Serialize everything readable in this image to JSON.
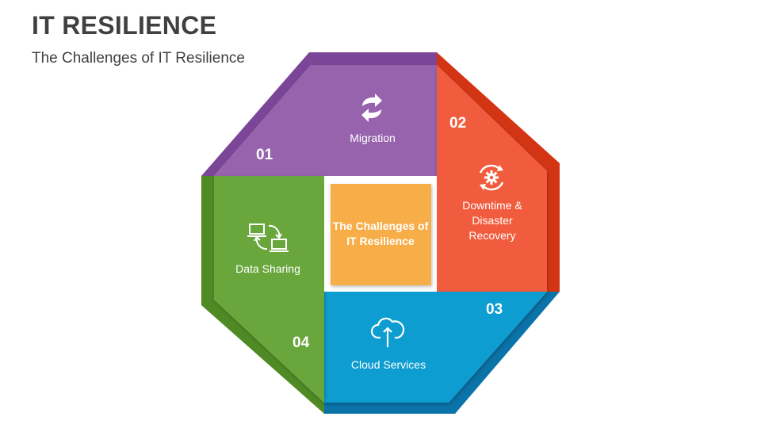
{
  "header": {
    "title": "IT RESILIENCE",
    "subtitle": "The Challenges of IT Resilience"
  },
  "center": {
    "label": "The Challenges of IT Resilience",
    "color": "#F7AE48"
  },
  "segments": [
    {
      "number": "01",
      "label": "Migration",
      "icon": "refresh-arrows-icon",
      "color": "#9663AC",
      "edge_color": "#7B4698"
    },
    {
      "number": "02",
      "label": "Downtime & Disaster Recovery",
      "icon": "gear-cycle-icon",
      "color": "#F05C3C",
      "edge_color": "#D33514"
    },
    {
      "number": "03",
      "label": "Cloud Services",
      "icon": "cloud-upload-icon",
      "color": "#0D9DD0",
      "edge_color": "#0A73A8"
    },
    {
      "number": "04",
      "label": "Data Sharing",
      "icon": "data-sharing-icon",
      "color": "#69A73C",
      "edge_color": "#4F8A25"
    }
  ]
}
